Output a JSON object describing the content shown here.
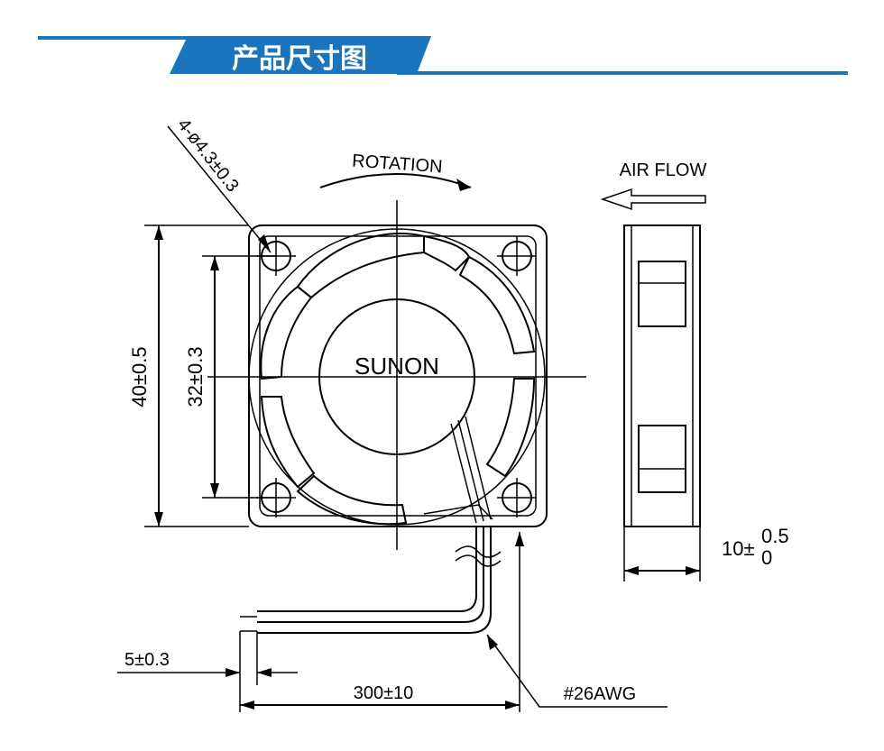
{
  "header": {
    "title": "产品尺寸图",
    "accent_color": "#1b75bc"
  },
  "labels": {
    "hole_spec": "4-ø4.3±0.3",
    "rotation": "ROTATION",
    "air_flow": "AIR FLOW",
    "brand": "SUNON",
    "height_outer": "40±0.5",
    "height_inner": "32±0.3",
    "depth_main": "10±",
    "depth_upper": "0.5",
    "depth_lower": "0",
    "strip": "5±0.3",
    "lead_length": "300±10",
    "wire_gauge": "#26AWG"
  }
}
